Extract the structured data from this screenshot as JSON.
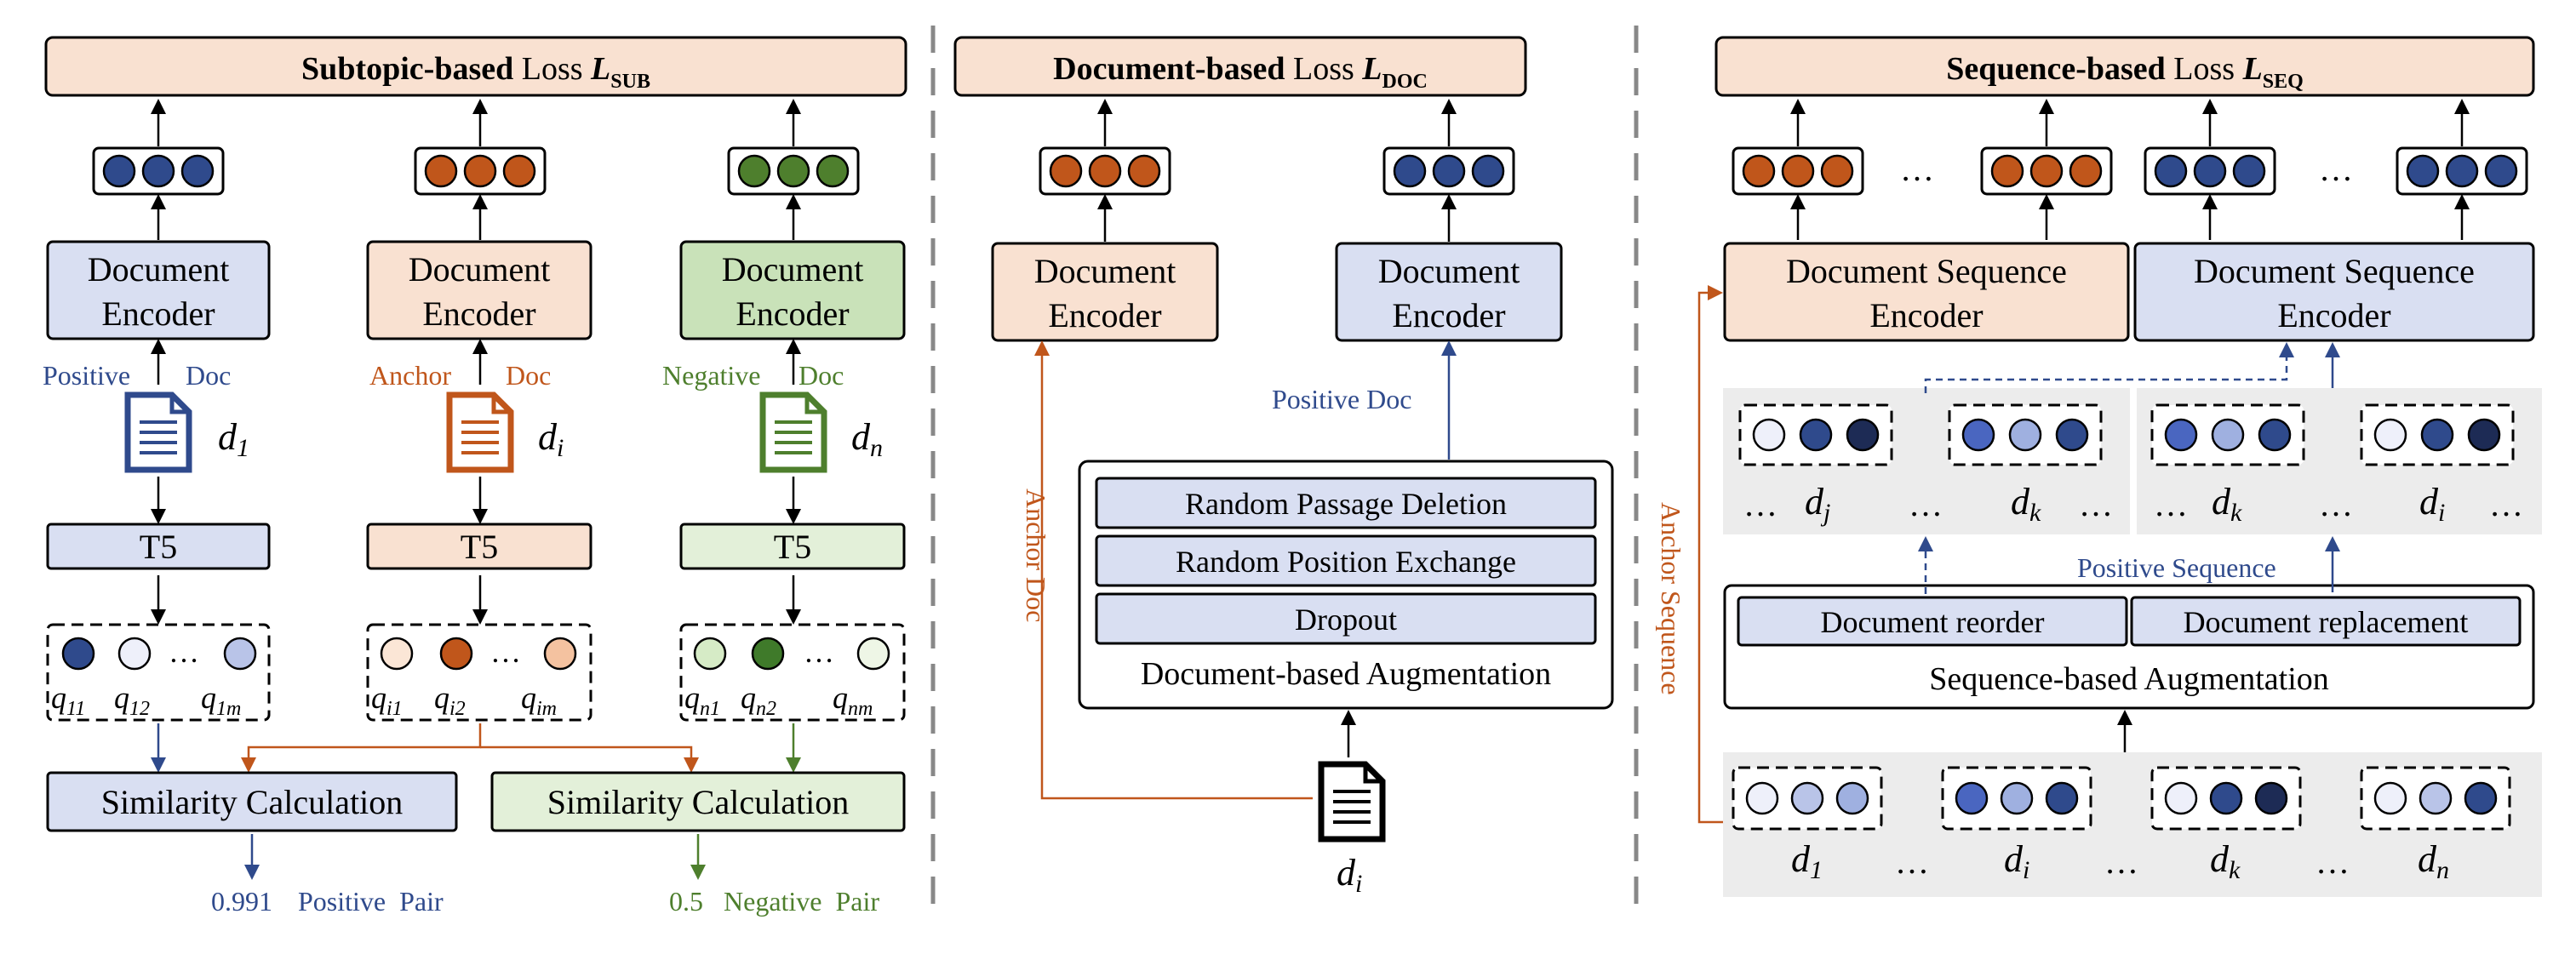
{
  "colors": {
    "blue_fill": "#d9dff2",
    "orange_fill": "#f9e1d1",
    "green_fill": "#c9e2b9",
    "green_light_fill": "#e3f0d9",
    "blue_dark": "#2f4a8c",
    "orange_dark": "#c0561b",
    "green_dark": "#4e7f2d",
    "gray_panel": "#ececec",
    "stroke": "#000000"
  },
  "subtopic": {
    "title_bold": "Subtopic-based",
    "title_rest": " Loss ",
    "loss_symbol": "L",
    "loss_sub": "SUB",
    "columns": [
      {
        "encoder": [
          "Document",
          "Encoder"
        ],
        "doc_label_a": "Positive",
        "doc_label_b": "Doc",
        "doc_var": "d",
        "doc_sub": "1",
        "t5": "T5",
        "queries": [
          {
            "q": "q",
            "sub": "11"
          },
          {
            "q": "q",
            "sub": "12"
          },
          {
            "q": "q",
            "sub": "1m"
          }
        ]
      },
      {
        "encoder": [
          "Document",
          "Encoder"
        ],
        "doc_label_a": "Anchor",
        "doc_label_b": "Doc",
        "doc_var": "d",
        "doc_sub": "i",
        "t5": "T5",
        "queries": [
          {
            "q": "q",
            "sub": "i1"
          },
          {
            "q": "q",
            "sub": "i2"
          },
          {
            "q": "q",
            "sub": "im"
          }
        ]
      },
      {
        "encoder": [
          "Document",
          "Encoder"
        ],
        "doc_label_a": "Negative",
        "doc_label_b": "Doc",
        "doc_var": "d",
        "doc_sub": "n",
        "t5": "T5",
        "queries": [
          {
            "q": "q",
            "sub": "n1"
          },
          {
            "q": "q",
            "sub": "n2"
          },
          {
            "q": "q",
            "sub": "nm"
          }
        ]
      }
    ],
    "ellipsis": "…",
    "similarity": [
      "Similarity Calculation",
      "Similarity Calculation"
    ],
    "positive_value": "0.991",
    "positive_pair": "Positive  Pair",
    "negative_value": "0.5",
    "negative_pair": "Negative  Pair"
  },
  "document": {
    "title_bold": "Document-based",
    "title_rest": " Loss ",
    "loss_symbol": "L",
    "loss_sub": "DOC",
    "encoders": [
      [
        "Document",
        "Encoder"
      ],
      [
        "Document",
        "Encoder"
      ]
    ],
    "positive_doc": "Positive Doc",
    "anchor_doc": "Anchor Doc",
    "augmentations": [
      "Random Passage Deletion",
      "Random Position Exchange",
      "Dropout"
    ],
    "aug_title": "Document-based Augmentation",
    "doc_var": "d",
    "doc_sub": "i"
  },
  "sequence": {
    "title_bold": "Sequence-based",
    "title_rest": " Loss ",
    "loss_symbol": "L",
    "loss_sub": "SEQ",
    "encoders": [
      [
        "Document Sequence",
        "Encoder"
      ],
      [
        "Document Sequence",
        "Encoder"
      ]
    ],
    "ellipsis": "…",
    "anchor_sequence": "Anchor Sequence",
    "positive_sequence": "Positive Sequence",
    "aug_ops": [
      "Document reorder",
      "Document replacement"
    ],
    "aug_title": "Sequence-based Augmentation",
    "seq_a_labels": [
      {
        "v": "d",
        "s": "j"
      },
      {
        "v": "d",
        "s": "k"
      }
    ],
    "seq_b_labels": [
      {
        "v": "d",
        "s": "k"
      },
      {
        "v": "d",
        "s": "i"
      }
    ],
    "input_labels": [
      {
        "v": "d",
        "s": "1"
      },
      {
        "v": "d",
        "s": "i"
      },
      {
        "v": "d",
        "s": "k"
      },
      {
        "v": "d",
        "s": "n"
      }
    ]
  }
}
